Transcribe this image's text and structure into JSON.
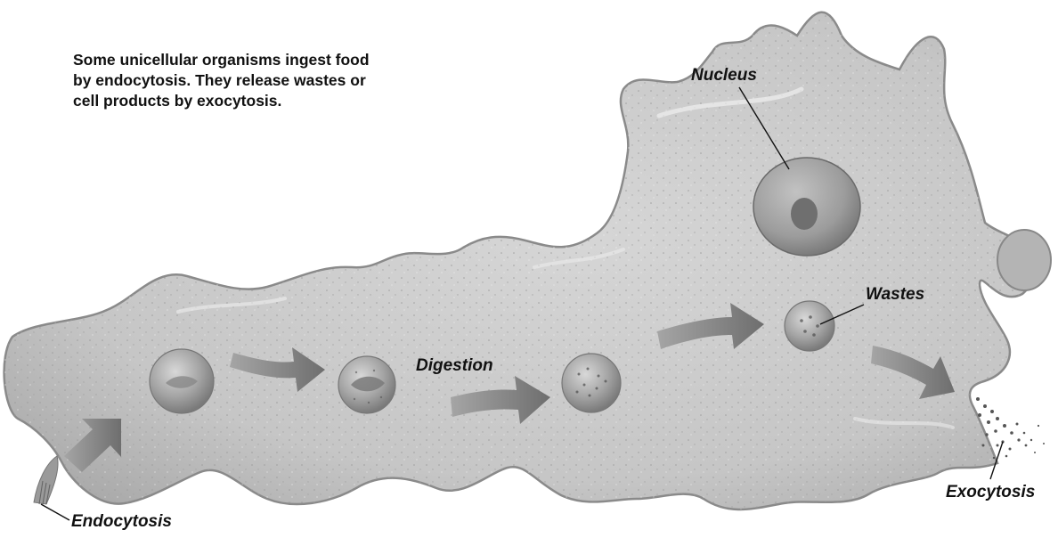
{
  "caption": {
    "lines": [
      "Some unicellular organisms ingest food",
      "by endocytosis. They release wastes or",
      "cell products by exocytosis."
    ]
  },
  "labels": {
    "nucleus": "Nucleus",
    "wastes": "Wastes",
    "digestion": "Digestion",
    "endocytosis": "Endocytosis",
    "exocytosis": "Exocytosis"
  },
  "colors": {
    "cell_fill": "#c9c9c9",
    "cell_outline": "#8a8a8a",
    "arrow_fill": "#7f7f7f",
    "vesicle_fill": "#a8a8a8",
    "nucleus_fill": "#9d9d9d",
    "nucleolus_fill": "#707070"
  }
}
